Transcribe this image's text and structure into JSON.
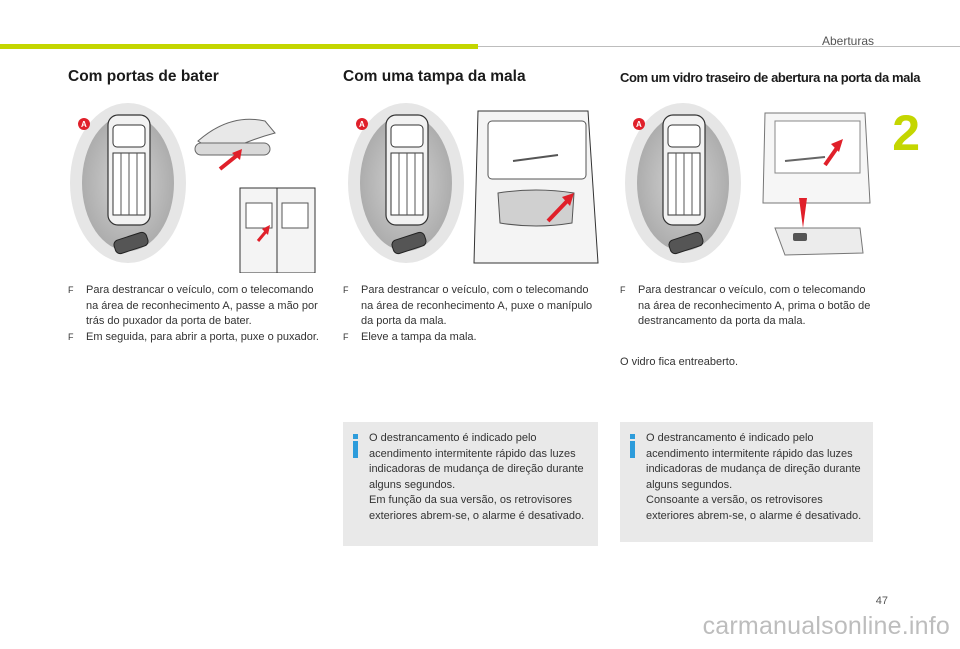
{
  "header": {
    "section_title": "Aberturas",
    "chapter_number": "2"
  },
  "columns": [
    {
      "title": "Com portas de bater",
      "bullets": [
        "Para destrancar o veículo, com o telecomando na área de reconhecimento A, passe a mão por trás do puxador da porta de bater.",
        "Em seguida, para abrir a porta, puxe o puxador."
      ]
    },
    {
      "title": "Com uma tampa da mala",
      "bullets": [
        "Para destrancar o veículo, com o telecomando na área de reconhecimento A, puxe o manípulo da porta da mala.",
        "Eleve a tampa da mala."
      ],
      "info": "O destrancamento é indicado pelo acendimento intermitente rápido das luzes indicadoras de mudança de direção durante alguns segundos.\nEm função da sua versão, os retrovisores exteriores abrem-se, o alarme é desativado."
    },
    {
      "title": "Com um vidro traseiro de abertura na porta da mala",
      "bullets": [
        "Para destrancar o veículo, com o telecomando na área de reconhecimento A, prima o botão de destrancamento da porta da mala."
      ],
      "note": "O vidro fica entreaberto.",
      "info": "O destrancamento é indicado pelo acendimento intermitente rápido das luzes indicadoras de mudança de direção durante alguns segundos.\nConsoante a versão, os retrovisores exteriores abrem-se, o alarme é desativado."
    }
  ],
  "diagram_label": "A",
  "bullet_glyph": "F",
  "footer": {
    "page_number": "47",
    "watermark": "carmanualsonline.info"
  },
  "colors": {
    "accent_green": "#c4d600",
    "info_blue": "#2d9cdb",
    "arrow_red": "#e0202a"
  }
}
